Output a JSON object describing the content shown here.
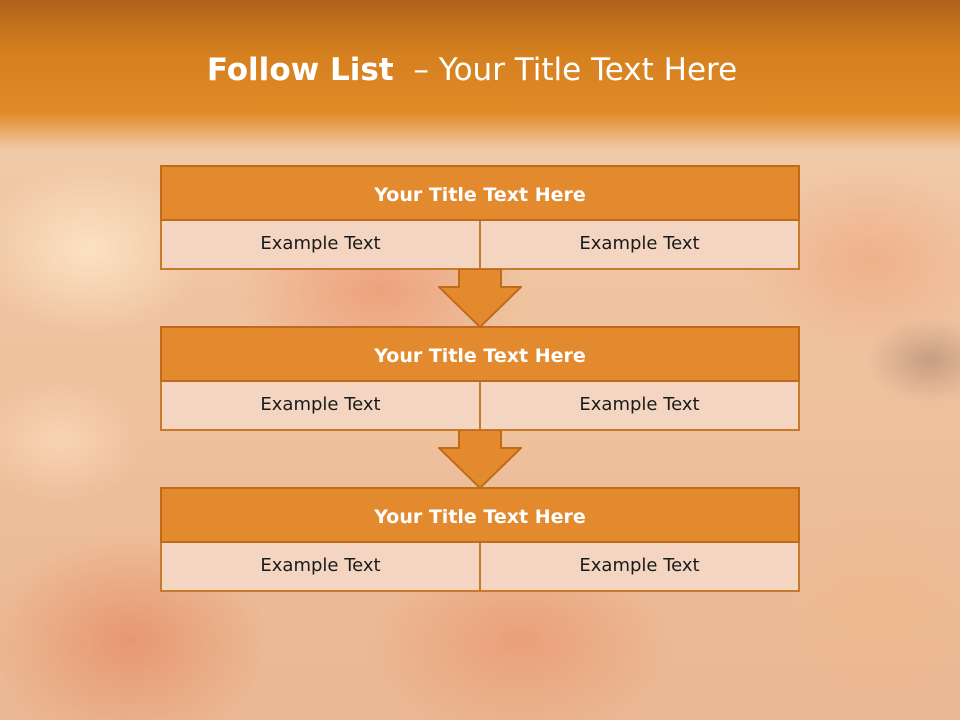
{
  "slide": {
    "title_bold": "Follow List",
    "title_rest": "  – Your Title Text Here"
  },
  "steps": [
    {
      "title": "Your Title Text Here",
      "left": "Example Text",
      "right": "Example Text"
    },
    {
      "title": "Your Title Text Here",
      "left": "Example Text",
      "right": "Example Text"
    },
    {
      "title": "Your Title Text Here",
      "left": "Example Text",
      "right": "Example Text"
    }
  ],
  "colors": {
    "header": "#d5801f",
    "block_title": "#e38a2e",
    "cell_fill": "#f3d5c2",
    "border": "#c06a1c"
  },
  "icons": [
    "down-arrow-icon",
    "down-arrow-icon"
  ]
}
